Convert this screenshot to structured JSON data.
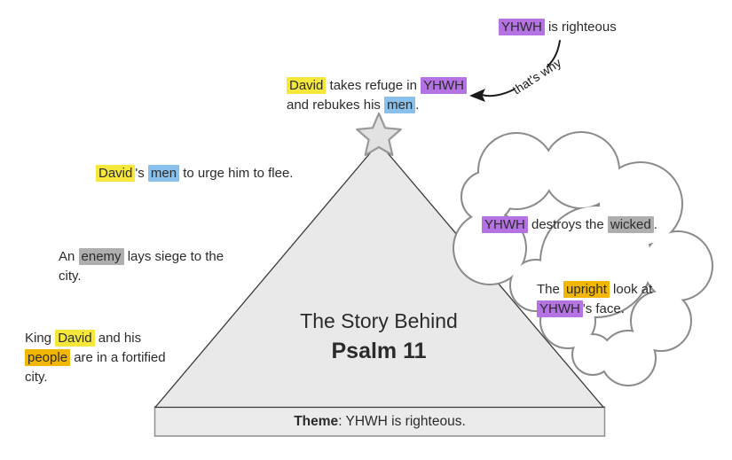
{
  "colors": {
    "yellow": "#f6e73b",
    "purple": "#b572e3",
    "blue": "#89c0ec",
    "amber": "#f2b705",
    "gray": "#aeaeae",
    "pyramid_fill": "#e9e9e9",
    "pyramid_stroke": "#3a3a3a",
    "base_fill": "#ebebeb",
    "base_stroke": "#8f8f8f",
    "star_fill": "#e2e2e2",
    "star_stroke": "#999999",
    "cloud_fill": "#ffffff",
    "cloud_stroke": "#8a8a8a",
    "text": "#2b2b2b",
    "arrow": "#1a1a1a"
  },
  "pyramid": {
    "title_line1": "The Story Behind",
    "title_line2": "Psalm 11",
    "theme": [
      [
        {
          "t": "Theme",
          "b": true
        },
        {
          "t": ": YHWH is righteous."
        }
      ]
    ]
  },
  "annotations": {
    "claim": [
      [
        {
          "t": "YHWH",
          "hl": "purple"
        },
        {
          "t": " is righteous"
        }
      ]
    ],
    "arrow_label": "that's why",
    "refuge": [
      [
        {
          "t": "David",
          "hl": "yellow"
        },
        {
          "t": " takes refuge in "
        },
        {
          "t": "YHWH",
          "hl": "purple"
        }
      ],
      [
        {
          "t": "and rebukes his "
        },
        {
          "t": "men",
          "hl": "blue"
        },
        {
          "t": "."
        }
      ]
    ],
    "flee": [
      [
        {
          "t": "David",
          "hl": "yellow"
        },
        {
          "t": "'s "
        },
        {
          "t": "men",
          "hl": "blue"
        },
        {
          "t": " to urge him to flee."
        }
      ]
    ],
    "siege": [
      [
        {
          "t": "An "
        },
        {
          "t": "enemy",
          "hl": "gray"
        },
        {
          "t": " lays siege to the"
        }
      ],
      [
        {
          "t": "city."
        }
      ]
    ],
    "fortified": [
      [
        {
          "t": "King "
        },
        {
          "t": "David",
          "hl": "yellow"
        },
        {
          "t": " and his"
        }
      ],
      [
        {
          "t": "people",
          "hl": "amber"
        },
        {
          "t": " are in a fortified"
        }
      ],
      [
        {
          "t": "city."
        }
      ]
    ],
    "destroys": [
      [
        {
          "t": "YHWH",
          "hl": "purple"
        },
        {
          "t": " destroys the "
        },
        {
          "t": "wicked",
          "hl": "gray"
        },
        {
          "t": "."
        }
      ]
    ],
    "upright": [
      [
        {
          "t": "The "
        },
        {
          "t": "upright",
          "hl": "amber"
        },
        {
          "t": " look at"
        }
      ],
      [
        {
          "t": "YHWH",
          "hl": "purple"
        },
        {
          "t": "'s face."
        }
      ]
    ]
  }
}
